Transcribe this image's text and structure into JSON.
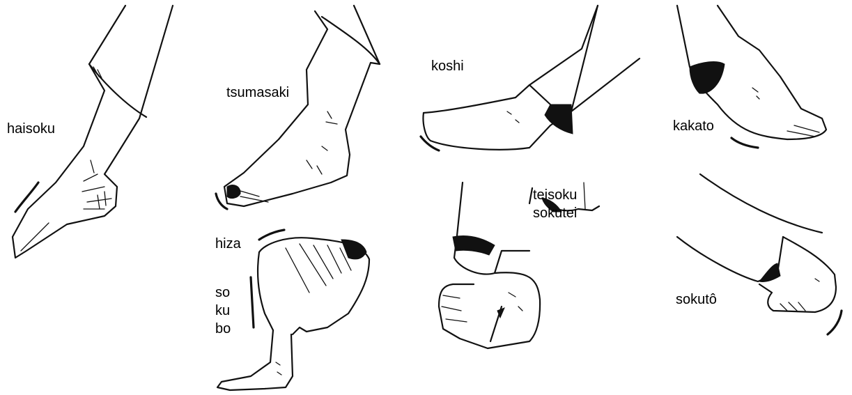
{
  "labels": {
    "haisoku": "haisoku",
    "tsumasaki": "tsumasaki",
    "koshi": "koshi",
    "kakato": "kakato",
    "teisoku": "teisoku",
    "sokutei": "sokutei",
    "hiza": "hiza",
    "sokubo": [
      "so",
      "ku",
      "bo"
    ],
    "sokuto": "sokutô"
  },
  "ink_color": "#111111"
}
